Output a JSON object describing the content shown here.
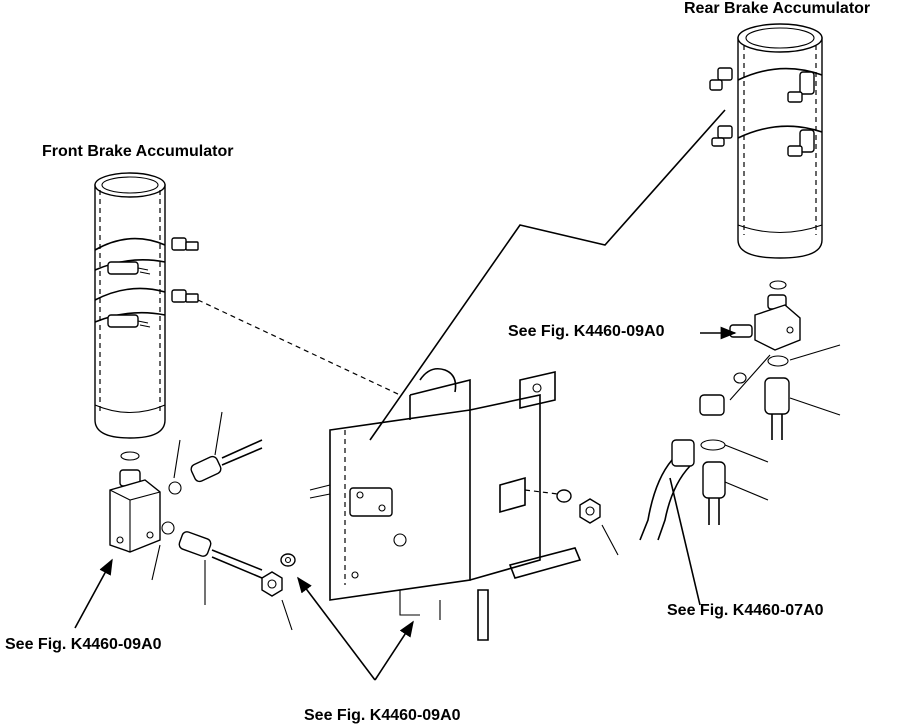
{
  "labels": {
    "rear_accumulator": "Rear Brake Accumulator",
    "front_accumulator": "Front Brake Accumulator",
    "ref_rear_block": "See Fig. K4460-09A0",
    "ref_front_block": "See Fig. K4460-09A0",
    "ref_hose": "See Fig. K4460-07A0",
    "ref_bracket": "See Fig. K4460-09A0"
  }
}
